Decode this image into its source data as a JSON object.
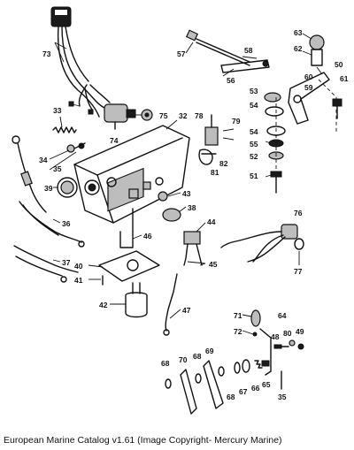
{
  "caption": "European Marine Catalog v1.61 (Image Copyright- Mercury Marine)",
  "callouts": [
    {
      "id": "c73a",
      "text": "73"
    },
    {
      "id": "c57",
      "text": "57"
    },
    {
      "id": "c58",
      "text": "58"
    },
    {
      "id": "c63",
      "text": "63"
    },
    {
      "id": "c62",
      "text": "62"
    },
    {
      "id": "c56",
      "text": "56"
    },
    {
      "id": "c60",
      "text": "60"
    },
    {
      "id": "c59",
      "text": "59"
    },
    {
      "id": "c50",
      "text": "50"
    },
    {
      "id": "c61",
      "text": "61"
    },
    {
      "id": "c53",
      "text": "53"
    },
    {
      "id": "c54a",
      "text": "54"
    },
    {
      "id": "c33",
      "text": "33"
    },
    {
      "id": "c75",
      "text": "75"
    },
    {
      "id": "c32",
      "text": "32"
    },
    {
      "id": "c78",
      "text": "78"
    },
    {
      "id": "c79",
      "text": "79"
    },
    {
      "id": "c74",
      "text": "74"
    },
    {
      "id": "c34",
      "text": "34"
    },
    {
      "id": "c35a",
      "text": "35"
    },
    {
      "id": "c54b",
      "text": "54"
    },
    {
      "id": "c55",
      "text": "55"
    },
    {
      "id": "c52",
      "text": "52"
    },
    {
      "id": "c82",
      "text": "82"
    },
    {
      "id": "c81",
      "text": "81"
    },
    {
      "id": "c51",
      "text": "51"
    },
    {
      "id": "c39",
      "text": "39"
    },
    {
      "id": "c43",
      "text": "43"
    },
    {
      "id": "c38",
      "text": "38"
    },
    {
      "id": "c36",
      "text": "36"
    },
    {
      "id": "c76",
      "text": "76"
    },
    {
      "id": "c44",
      "text": "44"
    },
    {
      "id": "c46",
      "text": "46"
    },
    {
      "id": "c37",
      "text": "37"
    },
    {
      "id": "c45",
      "text": "45"
    },
    {
      "id": "c40",
      "text": "40"
    },
    {
      "id": "c41",
      "text": "41"
    },
    {
      "id": "c77",
      "text": "77"
    },
    {
      "id": "c42",
      "text": "42"
    },
    {
      "id": "c47",
      "text": "47"
    },
    {
      "id": "c71",
      "text": "71"
    },
    {
      "id": "c64",
      "text": "64"
    },
    {
      "id": "c72",
      "text": "72"
    },
    {
      "id": "c48",
      "text": "48"
    },
    {
      "id": "c80",
      "text": "80"
    },
    {
      "id": "c49",
      "text": "49"
    },
    {
      "id": "c68a",
      "text": "68"
    },
    {
      "id": "c70",
      "text": "70"
    },
    {
      "id": "c68b",
      "text": "68"
    },
    {
      "id": "c69",
      "text": "69"
    },
    {
      "id": "c68c",
      "text": "68"
    },
    {
      "id": "c67",
      "text": "67"
    },
    {
      "id": "c66",
      "text": "66"
    },
    {
      "id": "c65",
      "text": "65"
    },
    {
      "id": "c35b",
      "text": "35"
    }
  ]
}
